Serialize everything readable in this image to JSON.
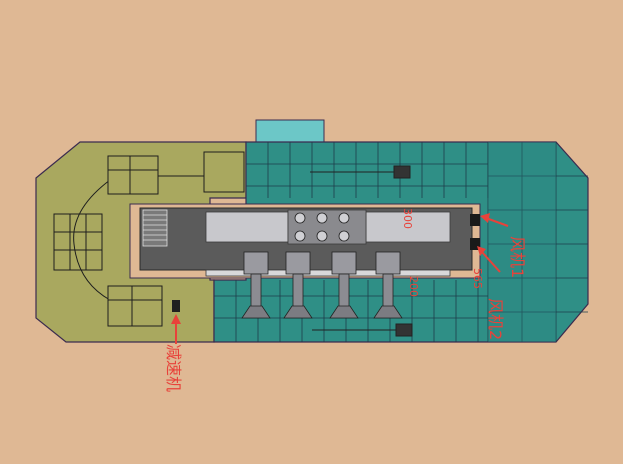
{
  "labels": {
    "fan1": "风机1",
    "fan2": "风机2",
    "reducer": "减速机",
    "dim_300": "300",
    "dim_200": "200",
    "dim_565": "565"
  },
  "colors": {
    "background": "#dfb894",
    "deck_left": "#a9a85f",
    "deck_right": "#2f8f86",
    "grid_line": "#1e3d4a",
    "outline": "#3b2b4f",
    "machine_room": "#5b5b5b",
    "annotation": "#e8423a",
    "top_box": "#6cc7c7"
  }
}
